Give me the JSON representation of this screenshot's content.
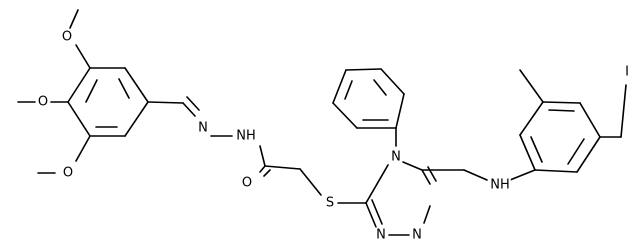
{
  "molecule": {
    "atoms": [
      {
        "id": "ome1",
        "label": "O"
      },
      {
        "id": "ome2",
        "label": "O"
      },
      {
        "id": "ome3",
        "label": "O"
      },
      {
        "id": "hydrazone_n1",
        "label": "N"
      },
      {
        "id": "hydrazone_nh",
        "label": "NH"
      },
      {
        "id": "carbonyl_o",
        "label": "O"
      },
      {
        "id": "thioether_s",
        "label": "S"
      },
      {
        "id": "triazole_n4",
        "label": "N"
      },
      {
        "id": "triazole_n2",
        "label": "N"
      },
      {
        "id": "triazole_n1",
        "label": "N"
      },
      {
        "id": "amine_nh",
        "label": "NH"
      },
      {
        "id": "iodine",
        "label": "I"
      }
    ]
  }
}
